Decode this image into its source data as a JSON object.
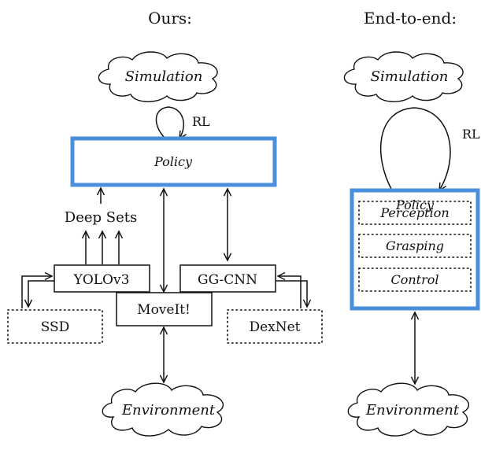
{
  "titles": {
    "ours": "Ours:",
    "end_to_end": "End-to-end:"
  },
  "ours": {
    "simulation": "Simulation",
    "rl": "RL",
    "policy": "Policy",
    "deep_sets": "Deep Sets",
    "yolo": "YOLOv3",
    "ggcnn": "GG-CNN",
    "moveit": "MoveIt!",
    "ssd": "SSD",
    "dexnet": "DexNet",
    "environment": "Environment"
  },
  "e2e": {
    "simulation": "Simulation",
    "rl": "RL",
    "policy": "Policy",
    "perception": "Perception",
    "grasping": "Grasping",
    "control": "Control",
    "environment": "Environment"
  },
  "colors": {
    "policy_border": "#4a8fde",
    "line": "#111111"
  }
}
